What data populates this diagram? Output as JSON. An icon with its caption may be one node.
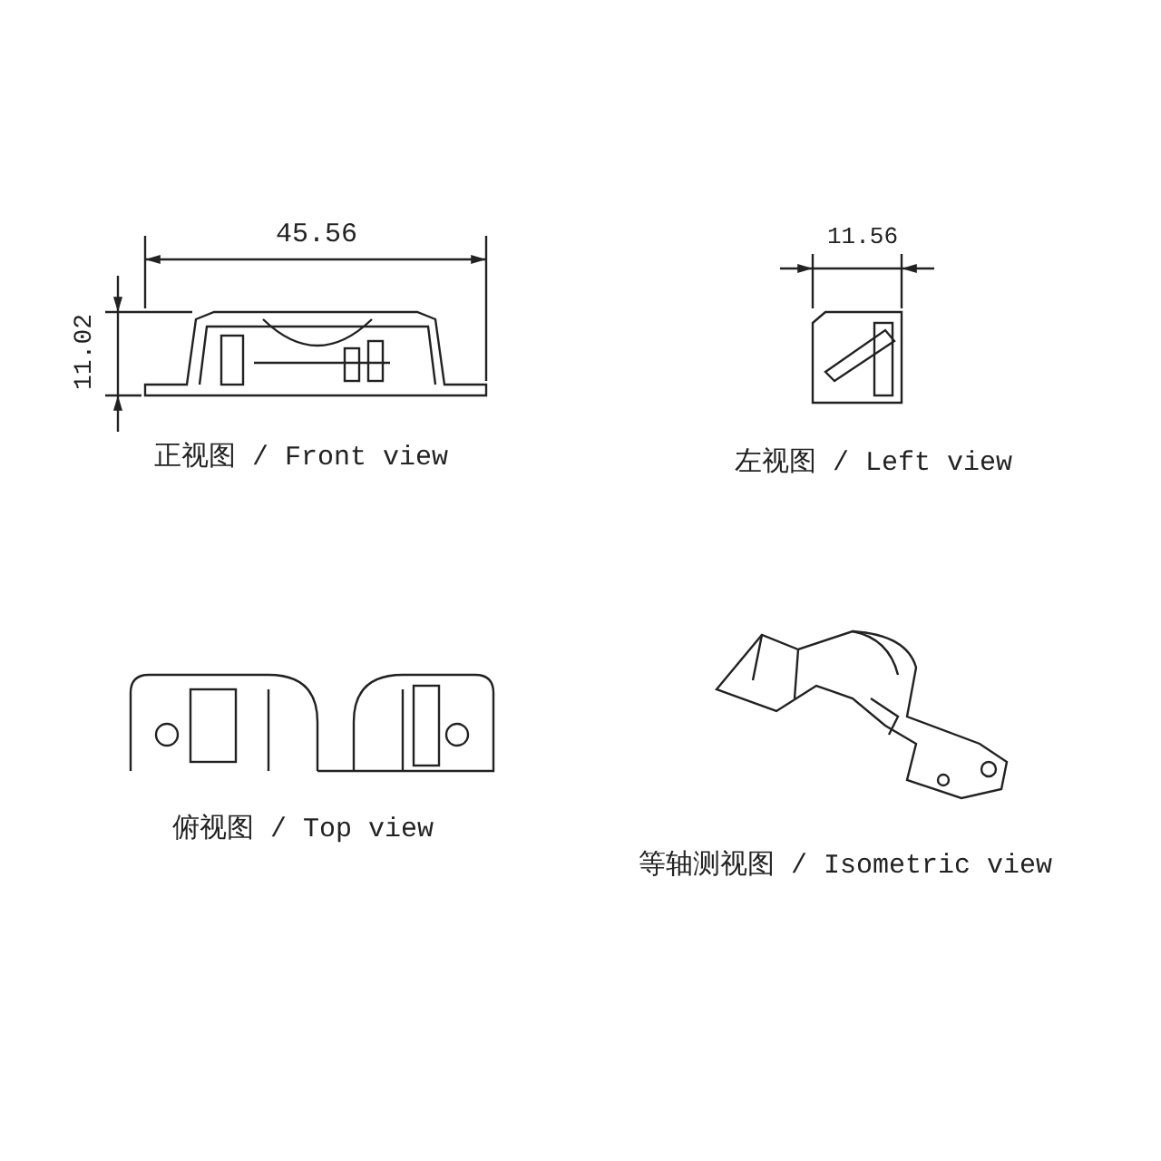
{
  "diagram": {
    "labels": [
      "45.56",
      "11.56",
      "11.02",
      "正视图 / Front view",
      "左视图 / Left view",
      "俯视图 / Top view",
      "等轴测视图 / Isometric view"
    ]
  }
}
